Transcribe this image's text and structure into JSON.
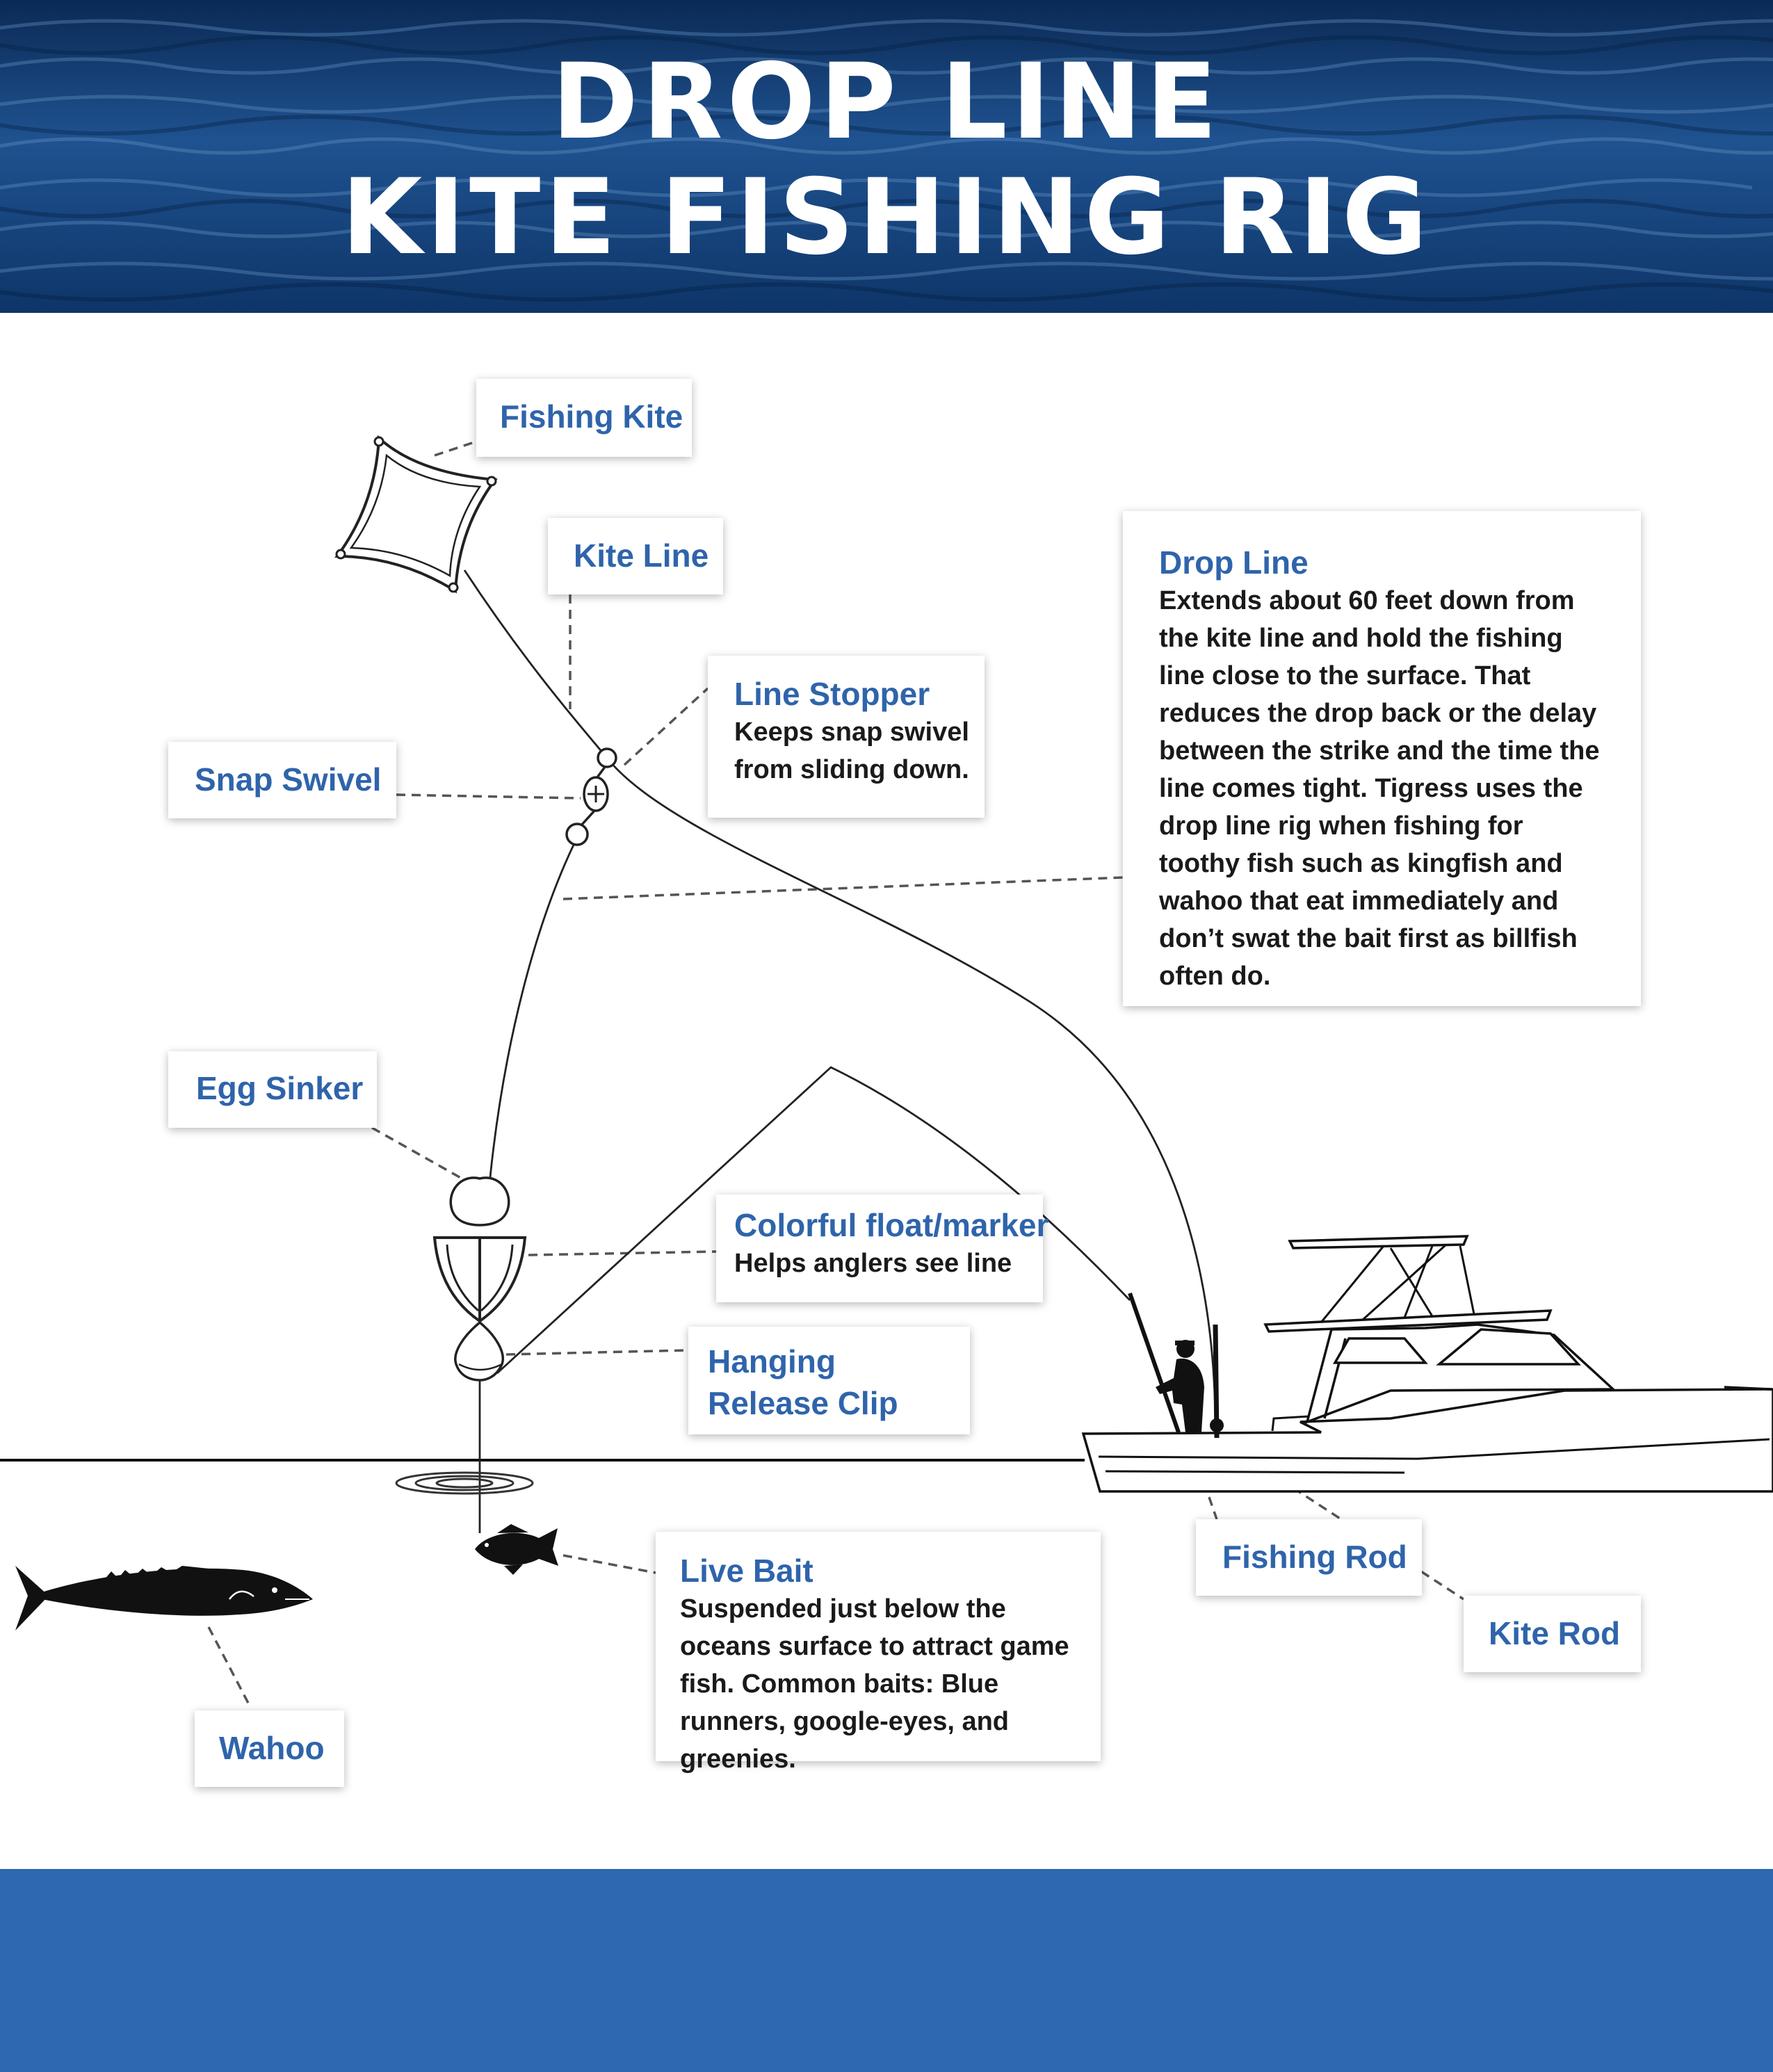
{
  "title": {
    "line1": "DROP LINE",
    "line2": "KITE FISHING RIG"
  },
  "colors": {
    "accent": "#2f64ab",
    "footer": "#2d68b1",
    "ocean_dark": "#0d2f5c",
    "ocean_light": "#3e76b0"
  },
  "labels": {
    "fishing_kite": "Fishing Kite",
    "kite_line": "Kite Line",
    "line_stopper": {
      "title": "Line Stopper",
      "body": "Keeps snap swivel from sliding down."
    },
    "snap_swivel": "Snap Swivel",
    "drop_line": {
      "title": "Drop Line",
      "body": "Extends about 60 feet down from the kite line and hold the fishing line close to the surface. That reduces the drop back or the delay between the strike and the time the line comes tight. Tigress uses the drop line rig when fishing for toothy fish such as kingfish and wahoo that eat immediately and don’t swat the bait first as billfish often do."
    },
    "egg_sinker": "Egg Sinker",
    "float_marker": {
      "title": "Colorful float/marker",
      "body": "Helps anglers see line"
    },
    "release_clip": "Hanging Release Clip",
    "live_bait": {
      "title": "Live Bait",
      "body": "Suspended just below the oceans surface to attract game fish. Common baits: Blue runners, google-eyes, and greenies."
    },
    "fishing_rod": "Fishing Rod",
    "kite_rod": "Kite Rod",
    "wahoo": "Wahoo"
  }
}
